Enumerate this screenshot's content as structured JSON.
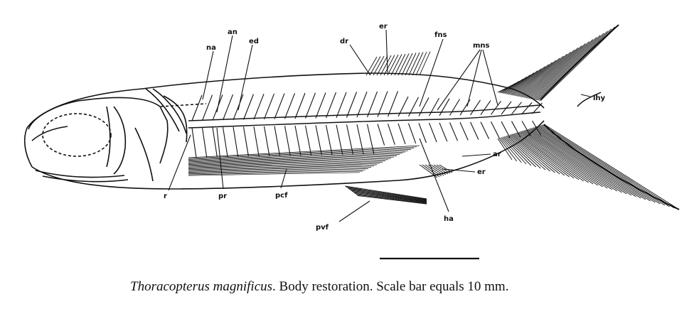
{
  "figure": {
    "labels": {
      "an": "an",
      "na": "na",
      "ed": "ed",
      "dr": "dr",
      "er_top": "er",
      "fns": "fns",
      "mns": "mns",
      "lhy": "lhy",
      "ar": "ar",
      "er_anal": "er",
      "ha": "ha",
      "pvf": "pvf",
      "pcf": "pcf",
      "pr": "pr",
      "r": "r"
    },
    "caption": {
      "species": "Thoracopterus magnificus",
      "text": ". Body restoration. Scale bar equals 10 mm."
    }
  },
  "colors": {
    "ink": "#111111",
    "paper": "#ffffff"
  }
}
